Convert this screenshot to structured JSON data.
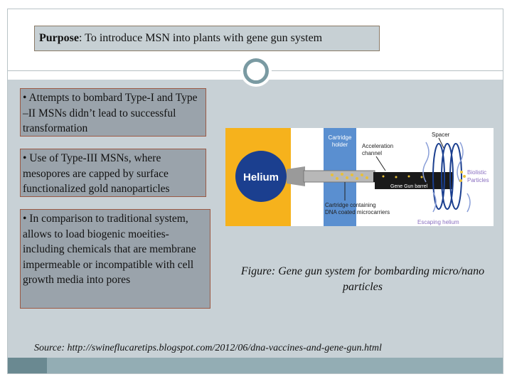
{
  "slide": {
    "purpose_label": "Purpose",
    "purpose_text": ": To introduce MSN into plants with gene gun system",
    "bullets": [
      "• Attempts to bombard Type-I and Type –II MSNs didn’t lead to successful transformation",
      "• Use of Type-III MSNs, where mesopores are capped by surface functionalized gold nanoparticles",
      "• In comparison to traditional system, allows to load biogenic moeities- including chemicals that are membrane impermeable or incompatible with cell growth media into pores"
    ],
    "figure": {
      "helium_label": "Helium",
      "cartridge_holder_label": [
        "Cartridge",
        "holder"
      ],
      "acceleration_channel_label": [
        "Acceleration",
        "channel"
      ],
      "spacer_label": "Spacer",
      "gene_gun_barrel_label": "Gene Gun barrel",
      "biolistic_label": [
        "Biolistic",
        "Particles"
      ],
      "cartridge_containing_label": [
        "Cartridge containing",
        "DNA coated microcarriers"
      ],
      "escaping_label": "Escaping helium",
      "colors": {
        "helium_yellow": "#f6b21c",
        "holder_blue": "#5a8fd0",
        "barrel_dark": "#1a1a1a",
        "particle_gold": "#e8c03a",
        "label_purple": "#8a6fc0"
      }
    },
    "caption": "Figure: Gene gun system for bombarding micro/nano particles",
    "source": "Source: http://swineflucaretips.blogspot.com/2012/06/dna-vaccines-and-gene-gun.html"
  }
}
